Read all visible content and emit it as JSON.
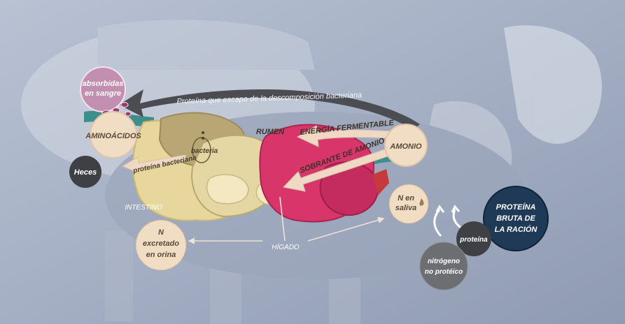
{
  "labels": {
    "absorbed": [
      "absorbidas",
      "en sangre"
    ],
    "amino_acids": "AMINOÁCIDOS",
    "feces": "Heces",
    "bacterial_protein": "proteína bacteriana",
    "bacteria": "bacteria",
    "intestine": "INTESTINO",
    "rumen": "RUMEN",
    "fermentable_energy": "ENERGÍA FERMENTABLE",
    "ammonia_surplus": "SOBRANTE DE AMONIO",
    "ammonia": "AMONIO",
    "escaped_protein": "Proteína que escapa de la descomposición bacteriana",
    "n_saliva": [
      "N en",
      "saliva"
    ],
    "n_urine": [
      "N",
      "excretado",
      "en orina"
    ],
    "liver": "HÍGADO",
    "crude_protein": [
      "PROTEÍNA",
      "BRUTA DE",
      "LA RACIÓN"
    ],
    "protein": "proteína",
    "non_protein_n": [
      "nitrógeno",
      "no protéico"
    ]
  },
  "colors": {
    "background": "#a9b3c7",
    "cream_circle": "#f1dcc4",
    "navy": "#1e3a57",
    "dark_grey": "#3e4046",
    "mid_grey": "#6d6e72",
    "rumen_pink": "#d8356a",
    "intestine_yellow": "#e7d79c",
    "stomach_khaki": "#b8a675",
    "teal": "#3c8f8a",
    "arrow_dark": "#4b4d53",
    "arrow_light": "#efd9c5",
    "bubble_mauve": "#c38fb0",
    "red_organ": "#c63a3e"
  }
}
